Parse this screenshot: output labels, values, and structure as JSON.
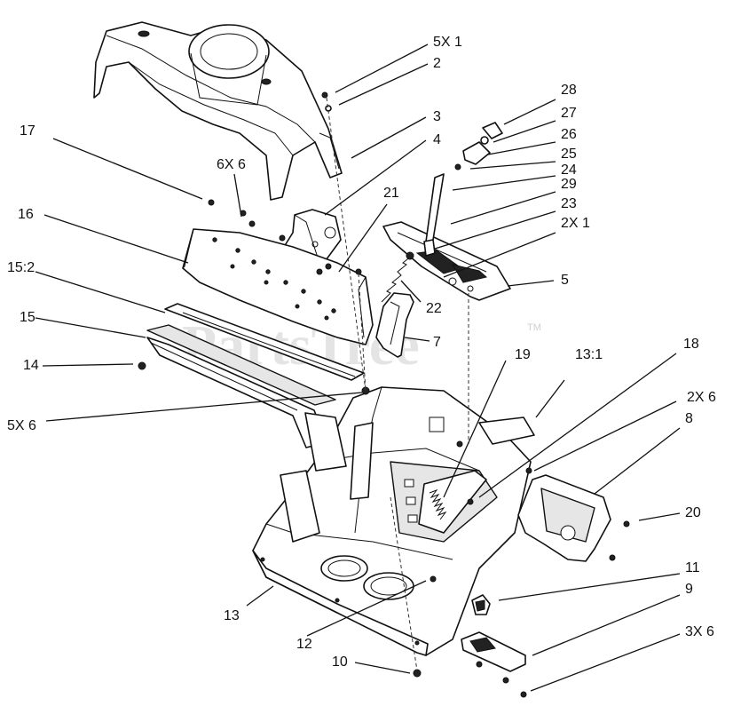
{
  "watermark": {
    "text": "PartsTree",
    "trademark": "TM"
  },
  "callouts": [
    {
      "id": "c-5x1",
      "label": "5X 1"
    },
    {
      "id": "c-2",
      "label": "2"
    },
    {
      "id": "c-3",
      "label": "3"
    },
    {
      "id": "c-4",
      "label": "4"
    },
    {
      "id": "c-17",
      "label": "17"
    },
    {
      "id": "c-6x6",
      "label": "6X 6"
    },
    {
      "id": "c-16",
      "label": "16"
    },
    {
      "id": "c-21",
      "label": "21"
    },
    {
      "id": "c-15-2",
      "label": "15:2"
    },
    {
      "id": "c-15",
      "label": "15"
    },
    {
      "id": "c-14",
      "label": "14"
    },
    {
      "id": "c-5x6",
      "label": "5X 6"
    },
    {
      "id": "c-28",
      "label": "28"
    },
    {
      "id": "c-27",
      "label": "27"
    },
    {
      "id": "c-26",
      "label": "26"
    },
    {
      "id": "c-25",
      "label": "25"
    },
    {
      "id": "c-24",
      "label": "24"
    },
    {
      "id": "c-29",
      "label": "29"
    },
    {
      "id": "c-23",
      "label": "23"
    },
    {
      "id": "c-2x1",
      "label": "2X 1"
    },
    {
      "id": "c-5",
      "label": "5"
    },
    {
      "id": "c-22",
      "label": "22"
    },
    {
      "id": "c-7",
      "label": "7"
    },
    {
      "id": "c-19",
      "label": "19"
    },
    {
      "id": "c-13-1",
      "label": "13:1"
    },
    {
      "id": "c-18",
      "label": "18"
    },
    {
      "id": "c-2x6",
      "label": "2X 6"
    },
    {
      "id": "c-8",
      "label": "8"
    },
    {
      "id": "c-20",
      "label": "20"
    },
    {
      "id": "c-11",
      "label": "11"
    },
    {
      "id": "c-9",
      "label": "9"
    },
    {
      "id": "c-3x6",
      "label": "3X 6"
    },
    {
      "id": "c-13",
      "label": "13"
    },
    {
      "id": "c-12",
      "label": "12"
    },
    {
      "id": "c-10",
      "label": "10"
    }
  ]
}
